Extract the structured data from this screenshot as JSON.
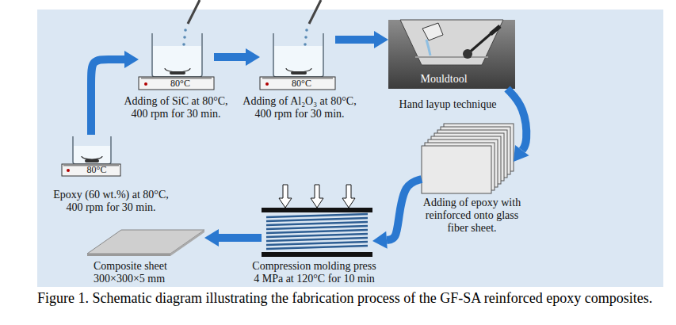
{
  "diagram": {
    "caption": "Figure 1. Schematic diagram illustrating the fabrication process of the GF-SA reinforced epoxy composites.",
    "nodes": [
      {
        "text": [
          "80°C",
          "Epoxy (60 wt.%) at 80°C, 400 rpm for 30 min."
        ]
      },
      {
        "text": [
          "80°C",
          "Adding of SiC at 80°C, 400 rpm for 30 min."
        ]
      },
      {
        "text": [
          "80°C",
          "Adding of Al₂O₃ at 80°C, 400 rpm for 30 min."
        ]
      },
      {
        "text": [
          "Mouldtool",
          "Hand layup technique"
        ]
      },
      {
        "text": [
          "Adding of epoxy with reinforced onto glass fiber sheet."
        ]
      },
      {
        "text": [
          "Compression molding press 4 MPa at 120°C for 10 min"
        ]
      },
      {
        "text": [
          "Composite sheet 300×300×5 mm"
        ]
      }
    ],
    "edges": [
      {
        "from": 0,
        "to": 1,
        "arrow": "to"
      },
      {
        "from": 1,
        "to": 2,
        "arrow": "to"
      },
      {
        "from": 2,
        "to": 3,
        "arrow": "to"
      },
      {
        "from": 3,
        "to": 4,
        "arrow": "to"
      },
      {
        "from": 4,
        "to": 5,
        "arrow": "to"
      },
      {
        "from": 5,
        "to": 6,
        "arrow": "to"
      }
    ]
  }
}
